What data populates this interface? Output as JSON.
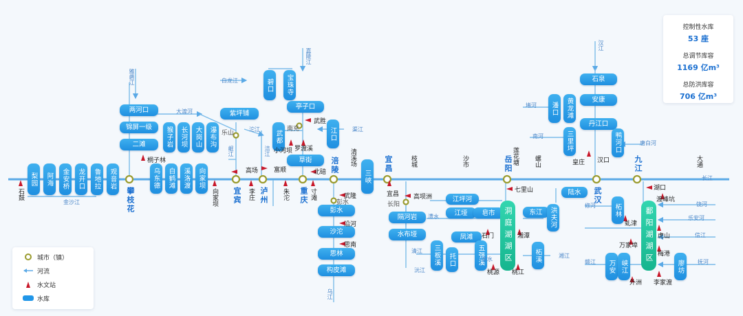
{
  "summary": {
    "ctrl_label": "控制性水库",
    "ctrl_value": "53 座",
    "adj_label": "总调节库容",
    "adj_value": "1169 亿m³",
    "flood_label": "总防洪库容",
    "flood_value": "706 亿m³"
  },
  "legend": {
    "city": "城市（镇）",
    "river": "河流",
    "station": "水文站",
    "reservoir": "水库"
  },
  "colors": {
    "reservoir": "#2196e8",
    "lake": "#1fc49c",
    "station": "#c8182a",
    "river": "#5aa9e6",
    "city": "#1a6fd0"
  },
  "cities": [
    "攀枝花",
    "宜宾",
    "泸州",
    "重庆",
    "涪陵",
    "宜昌",
    "岳阳",
    "武汉",
    "九江"
  ],
  "towns": [
    "南充",
    "乐山",
    "长阳",
    "彭水"
  ],
  "reservoirs": [
    "梨园",
    "阿海",
    "金安桥",
    "龙开口",
    "鲁地拉",
    "观音岩",
    "两河口",
    "锦屏一级",
    "二滩",
    "猴子岩",
    "长河坝",
    "大岗山",
    "瀑布沟",
    "紫坪铺",
    "乌东德",
    "白鹤滩",
    "溪洛渡",
    "向家坝",
    "碧口",
    "宝珠寺",
    "亭子口",
    "武都",
    "草街",
    "江口",
    "彭水",
    "沙沱",
    "思林",
    "构皮滩",
    "三峡",
    "隔河岩",
    "水布垭",
    "江坪河",
    "江垭",
    "皂市",
    "三板溪",
    "托口",
    "凤滩",
    "五强溪",
    "东江",
    "洪夫河",
    "柘溪",
    "丹江口",
    "潘口",
    "黄龙滩",
    "三里坪",
    "鸭河口",
    "石泉",
    "安康",
    "陆水",
    "柘林",
    "万安",
    "峡江",
    "廖坊"
  ],
  "lakes": [
    "洞庭湖湖区",
    "鄱阳湖湖区"
  ],
  "stations": [
    "石鼓",
    "桐子林",
    "向家坝",
    "高场",
    "李庄",
    "朱沱",
    "富顺",
    "寸滩",
    "北碚",
    "武胜",
    "小河坝",
    "罗渡溪",
    "武隆",
    "沿河",
    "思南",
    "宜昌",
    "高坝洲",
    "石门",
    "桃源",
    "桃江",
    "湘潭",
    "七里山",
    "皇庄",
    "湖口",
    "渡峰坑",
    "虬津",
    "万家埠",
    "虎山",
    "梅港",
    "外洲",
    "李家渡"
  ],
  "rivers": [
    "金沙江",
    "雅砻江",
    "大渡河",
    "岷江",
    "沱江",
    "嘉陵江",
    "涪江",
    "白龙江",
    "渠江",
    "乌江",
    "清江",
    "沅江",
    "澧水",
    "资水",
    "湘江",
    "汉江",
    "堵河",
    "南河",
    "唐白河",
    "修河",
    "赣江",
    "抚河",
    "信江",
    "饶河",
    "乐安河",
    "长江",
    "清溪场",
    "枝城",
    "沙市",
    "莲花塘",
    "螺山",
    "汉口",
    "大通",
    "陆水"
  ]
}
